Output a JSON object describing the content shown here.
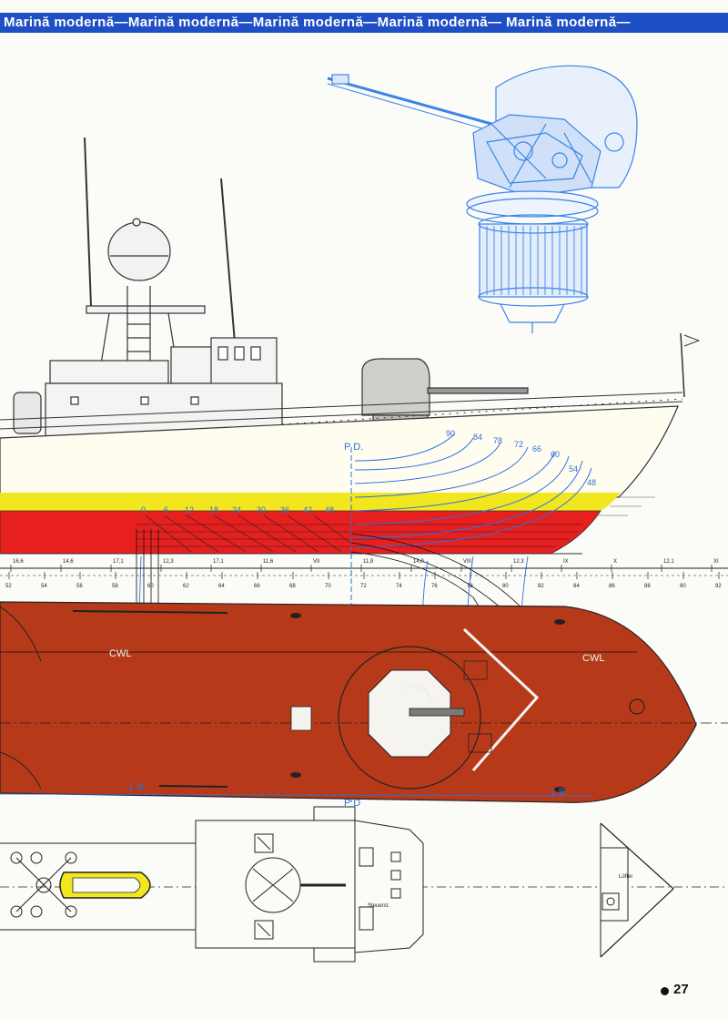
{
  "header": {
    "banner_text": "Marină modernă—Marină modernă—Marină modernă—Marină modernă— Marină modernă—"
  },
  "profile_view": {
    "pd_label": "P D.",
    "station_labels_bow": [
      "90",
      "84",
      "78",
      "72",
      "66",
      "60",
      "54",
      "48"
    ],
    "station_labels_stern": [
      "0",
      "6",
      "12",
      "18",
      "24",
      "30",
      "36",
      "42",
      "48"
    ]
  },
  "scale": {
    "upper_ticks": [
      "16,6",
      "14,6",
      "17,1",
      "12,3",
      "17,1",
      "11,6",
      "VII",
      "11,9",
      "14,0",
      "VIII",
      "12,3",
      "IX",
      "X",
      "12,1",
      "XI"
    ],
    "lower_ticks": [
      "52",
      "54",
      "56",
      "58",
      "60",
      "62",
      "64",
      "66",
      "68",
      "70",
      "72",
      "74",
      "76",
      "78",
      "80",
      "82",
      "84",
      "86",
      "88",
      "90",
      "92"
    ]
  },
  "plan_view": {
    "cwl_left": "CWL",
    "cwl_right": "CWL",
    "lb_left": "L B",
    "lb_right": "L B",
    "pd_bottom": "P D"
  },
  "deck_plan": {
    "steuerst_label": "Steuerst.",
    "lufter_label": "Lüfter"
  },
  "footer": {
    "page_number": "27"
  },
  "colors": {
    "banner": "#1f4fc4",
    "hull_red": "#e81f1f",
    "waterline_yellow": "#f2e61f",
    "plan_hull": "#b63a1a",
    "line_blue": "#2f6fe0",
    "turret_blue": "#3a84e8"
  }
}
